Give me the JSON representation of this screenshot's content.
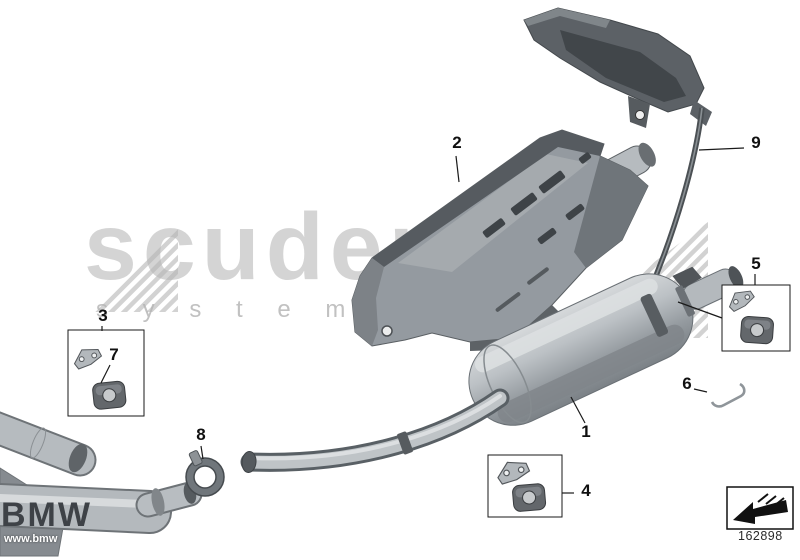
{
  "colors": {
    "background": "#ffffff",
    "line": "#1a1a1a",
    "watermark_gray": "#bebebe",
    "part_gray": "#9aa0a5"
  },
  "callouts": [
    {
      "label": "1"
    },
    {
      "label": "2"
    },
    {
      "label": "3"
    },
    {
      "label": "4"
    },
    {
      "label": "5"
    },
    {
      "label": "6"
    },
    {
      "label": "7"
    },
    {
      "label": "8"
    },
    {
      "label": "9"
    }
  ],
  "footer": {
    "part_number": "162898"
  },
  "watermark": {
    "brand": "scuderia",
    "sub": "s y s t e m s",
    "bmw": "BMW",
    "bmw_small": "www.bmw"
  }
}
